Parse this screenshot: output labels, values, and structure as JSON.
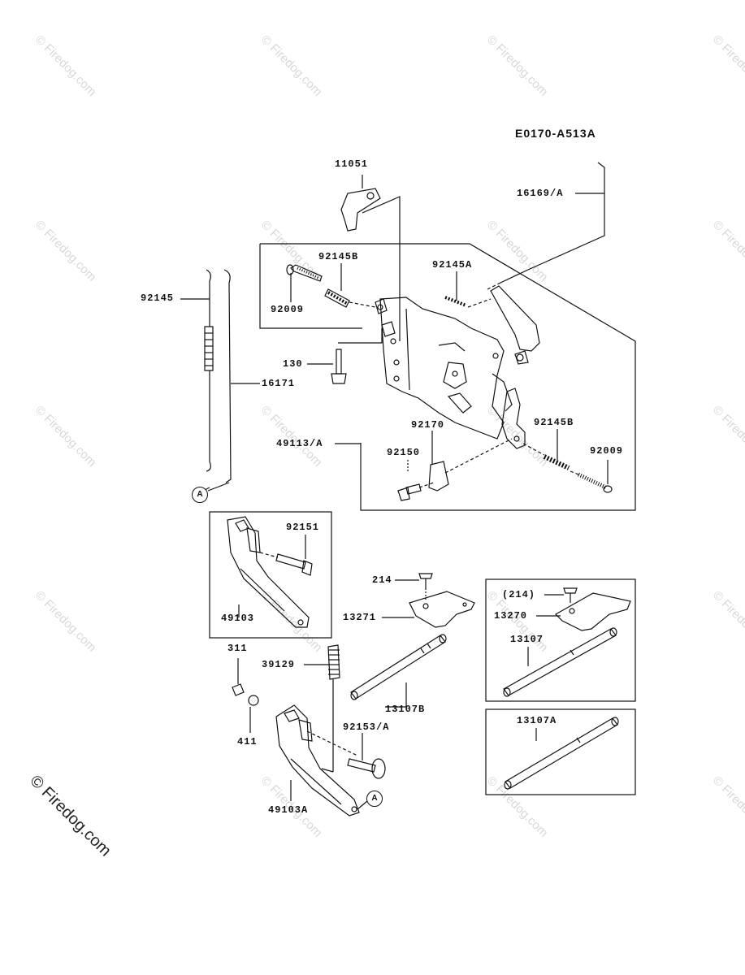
{
  "diagram": {
    "reference_code": "E0170-A513A",
    "watermark": "© Firedog.com",
    "callout_letter": "A",
    "parts": {
      "p11051": "11051",
      "p16169A": "16169/A",
      "p92145": "92145",
      "p92145B_top": "92145B",
      "p92145A": "92145A",
      "p92009_top": "92009",
      "p130": "130",
      "p16171": "16171",
      "p49113A": "49113/A",
      "p92170": "92170",
      "p92145B_bot": "92145B",
      "p92150": "92150",
      "p92009_bot": "92009",
      "p92151": "92151",
      "p49103": "49103",
      "p214": "214",
      "p13271": "13271",
      "p214_paren": "(214)",
      "p13270": "13270",
      "p13107": "13107",
      "p311": "311",
      "p39129": "39129",
      "p13107B": "13107B",
      "p92153A": "92153/A",
      "p411": "411",
      "p49103A": "49103A",
      "p13107A": "13107A"
    }
  }
}
